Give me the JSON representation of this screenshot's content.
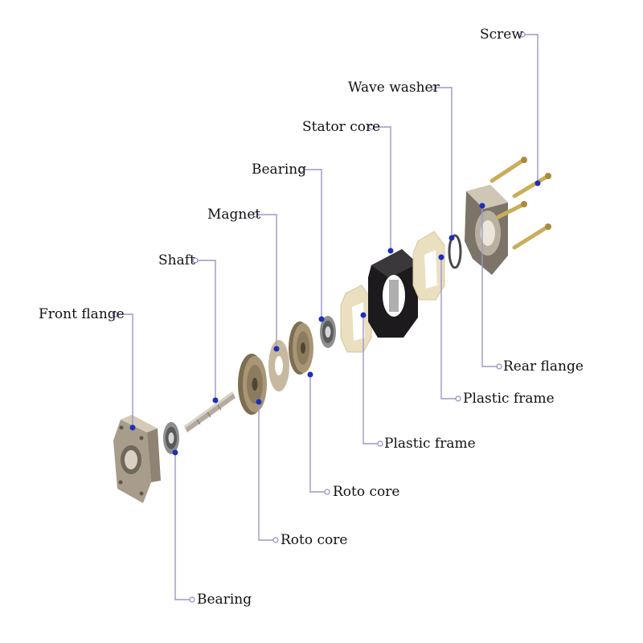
{
  "colors": {
    "leader": "#9c98c8",
    "anchor": "#1d2fb8",
    "flange_metal": "#b8ad9c",
    "rotor_metal": "#9c8a6a",
    "plastic_frame": "#efe3c0",
    "stator_core": "#1c1a1c",
    "screw_brass": "#c9ae5a",
    "bearing": "#9a9a9a"
  },
  "labels": {
    "screw": "Screw",
    "wave_washer": "Wave washer",
    "stator_core": "Stator core",
    "bearing_top": "Bearing",
    "magnet": "Magnet",
    "shaft": "Shaft",
    "front_flange": "Front flange",
    "rear_flange": "Rear flange",
    "plastic_frame_right": "Plastic frame",
    "plastic_frame_center": "Plastic frame",
    "roto_core_upper": "Roto core",
    "roto_core_lower": "Roto core",
    "bearing_bottom": "Bearing"
  }
}
